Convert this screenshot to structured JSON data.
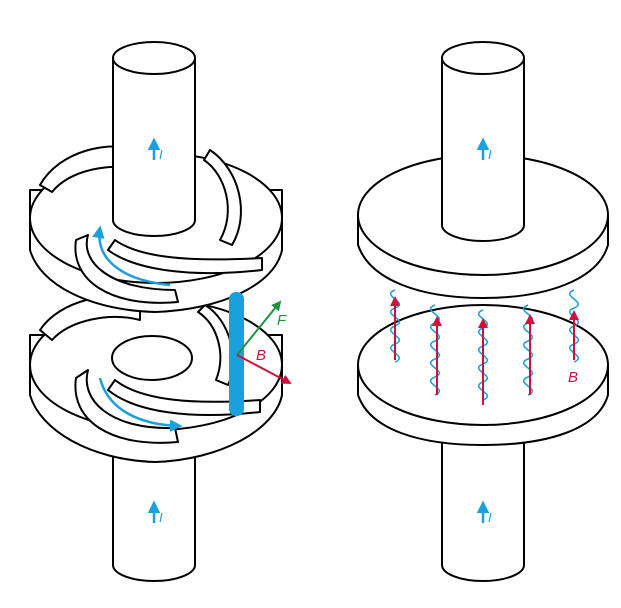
{
  "diagram": {
    "labels": {
      "current_symbol": "I",
      "force_symbol": "F",
      "field_symbol": "B"
    },
    "colors": {
      "outline": "#000000",
      "fill": "#ffffff",
      "current_and_flow": "#1aa0dc",
      "magnetic_field": "#d0103a",
      "force": "#1e9440"
    },
    "left_panel": {
      "current_arrows": 2
    },
    "right_panel": {
      "current_arrows": 2,
      "field_arrows": 5
    }
  }
}
